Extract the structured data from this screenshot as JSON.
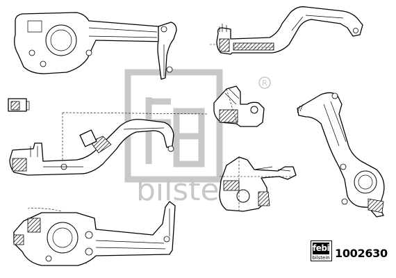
{
  "watermark": {
    "brand_box": "febi",
    "brand_text": "bilstein",
    "registered": "R"
  },
  "badge": {
    "top": "febi",
    "bottom": "bilstein"
  },
  "part_number": "1002630"
}
